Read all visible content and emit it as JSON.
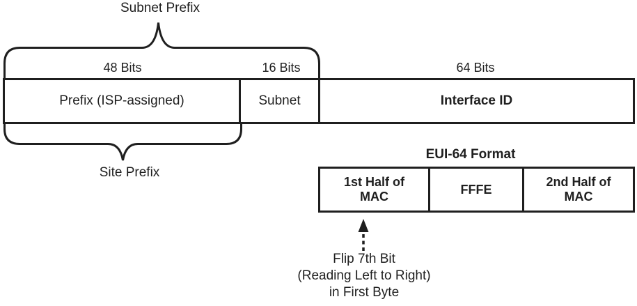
{
  "diagram": {
    "top_brace_label": "Subnet Prefix",
    "bottom_brace_label": "Site Prefix",
    "bit_widths": [
      "48 Bits",
      "16 Bits",
      "64 Bits"
    ],
    "address_cells": [
      "Prefix (ISP-assigned)",
      "Subnet",
      "Interface ID"
    ],
    "eui64": {
      "title": "EUI-64 Format",
      "cells": [
        "1st Half of\nMAC",
        "FFFE",
        "2nd Half of\nMAC"
      ]
    },
    "flip_bit_note": "Flip 7th Bit\n(Reading Left to Right)\nin First Byte",
    "colors": {
      "line": "#1f1f1f",
      "background": "#ffffff"
    }
  }
}
